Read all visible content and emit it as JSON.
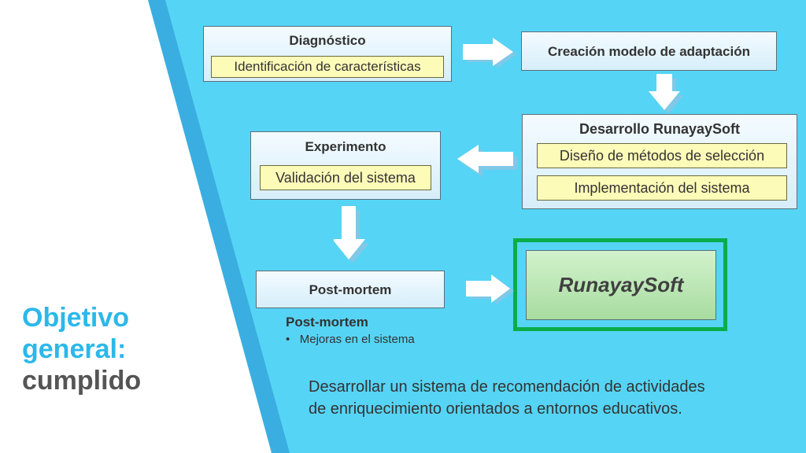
{
  "steps": {
    "diagnostico": {
      "title": "Diagnóstico",
      "sub": "Identificación de características"
    },
    "creacion": {
      "title": "Creación modelo de adaptación"
    },
    "desarrollo": {
      "title": "Desarrollo RunayaySoft",
      "sub1": "Diseño de métodos de selección",
      "sub2": "Implementación del sistema"
    },
    "experimento": {
      "title": "Experimento",
      "sub": "Validación del sistema"
    },
    "postmortem": {
      "title": "Post-mortem"
    },
    "result": {
      "label": "RunayaySoft"
    }
  },
  "postmortem_note": {
    "heading": "Post-mortem",
    "bullet": "Mejoras en el sistema"
  },
  "objective": {
    "line1": "Objetivo",
    "line2": "general:",
    "line3": "cumplido"
  },
  "description": {
    "line1": "Desarrollar un sistema de recomendación de actividades",
    "line2": "de enriquecimiento orientados a entornos educativos."
  },
  "colors": {
    "panel": "#56d4f5",
    "panel_edge": "#3aaee0",
    "sub_fill": "#fdfbb8",
    "highlight_border": "#0aad4a",
    "result_fill": "#b8e8b0",
    "heading_blue": "#2bb8ea",
    "heading_gray": "#555555"
  }
}
